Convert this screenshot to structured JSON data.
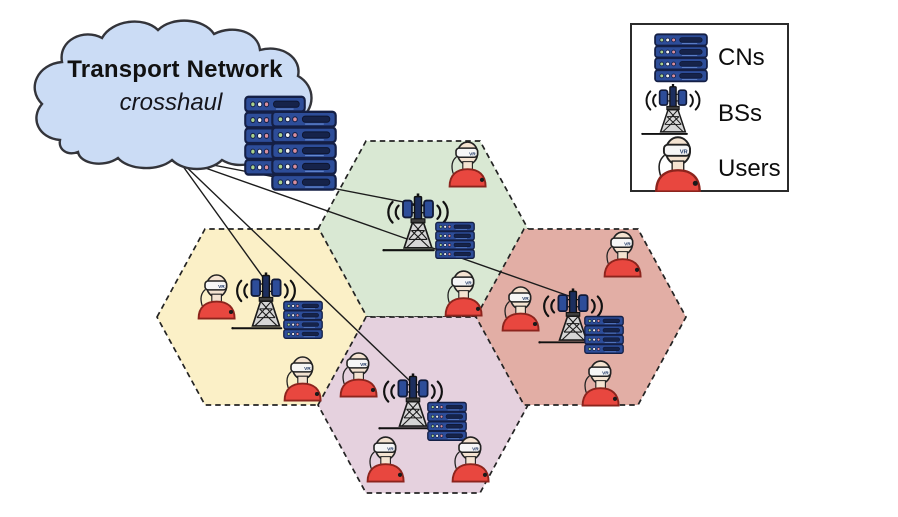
{
  "cloud": {
    "title": "Transport Network",
    "subtitle": "crosshaul",
    "fill": "#cbdcf5"
  },
  "legend": {
    "items": [
      {
        "icon": "server-stack-icon",
        "label": "CNs"
      },
      {
        "icon": "radio-tower-icon",
        "label": "BSs"
      },
      {
        "icon": "vr-user-icon",
        "label": "Users"
      }
    ]
  },
  "cells": [
    {
      "name": "top-cell",
      "color": "#d9e8d3",
      "base_stations": 1,
      "compute_nodes": 1,
      "users": 2
    },
    {
      "name": "left-cell",
      "color": "#fbf0c7",
      "base_stations": 1,
      "compute_nodes": 1,
      "users": 2
    },
    {
      "name": "bottom-cell",
      "color": "#e5d1de",
      "base_stations": 1,
      "compute_nodes": 1,
      "users": 3
    },
    {
      "name": "right-cell",
      "color": "#e2aea5",
      "base_stations": 1,
      "compute_nodes": 1,
      "users": 3
    }
  ],
  "links": [
    {
      "from": "transport-cloud",
      "to": "top-cell-bs"
    },
    {
      "from": "transport-cloud",
      "to": "left-cell-bs"
    },
    {
      "from": "transport-cloud",
      "to": "bottom-cell-bs"
    },
    {
      "from": "transport-cloud",
      "to": "right-cell-bs"
    }
  ],
  "user": {
    "headset_label": "VR"
  },
  "colors": {
    "server_body": "#2d4d99",
    "server_border": "#141f45",
    "shirt": "#e8473f",
    "link_line": "#1c1c1c"
  }
}
